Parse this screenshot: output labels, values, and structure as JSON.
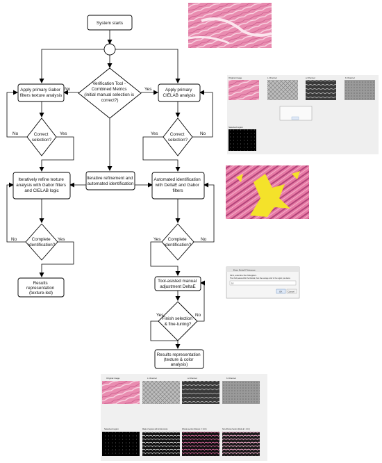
{
  "diagram": {
    "start": "System starts",
    "verification": [
      "Verification Tool -",
      "Combined Metrics",
      "(initial manual selection is",
      "correct?)"
    ],
    "gabor_apply": [
      "Apply primary Gabor",
      "filters texture analysis"
    ],
    "cielab_apply": [
      "Apply primary",
      "CIELAB analysis"
    ],
    "correct_left": [
      "Correct",
      "selection?"
    ],
    "correct_right": [
      "Correct",
      "selection?"
    ],
    "refine_left": [
      "Iteratively refine texture",
      "analysis with Gabor filters",
      "and CIELAB logic"
    ],
    "iterative_center": [
      "Iterative refinement and",
      "automated identification"
    ],
    "auto_right": [
      "Automated identification",
      "with DeltaE and Gabor",
      "filters"
    ],
    "complete_left": [
      "Complete",
      "identification?"
    ],
    "complete_right": [
      "Complete",
      "identification?"
    ],
    "results_left": [
      "Results",
      "representation",
      "(texture-led)"
    ],
    "tool_manual": [
      "Tool-asisted manual",
      "adjustment DeltaE"
    ],
    "finish": [
      "Finish selection",
      "& fine-tuning?"
    ],
    "results_final": [
      "Results representation",
      "(texture & color",
      "analysis)"
    ],
    "yes": "Yes",
    "no": "No"
  },
  "panels": {
    "channels_top": {
      "labels": [
        "Original image",
        "L Channel",
        "a Channel",
        "b Channel"
      ],
      "selected_label": "Selected region"
    },
    "delta_dialog": {
      "title": "Enter Delta E Tolerance",
      "lines": [
        "First, examine the histogram.",
        "Then find peaks within the Delta E, then the average color in the region you desire"
      ],
      "value": "10",
      "ok": "OK",
      "cancel": "Cancel"
    },
    "channels_bottom": {
      "top_labels": [
        "Original image",
        "L Channel",
        "a Channel",
        "b Channel"
      ],
      "bottom_labels": [
        "Selected region",
        "Mask of regions with similar colors",
        "Fibrosis section (Delta E <= 10.0)",
        "Non-Fibrosis Section (Delta E > 10.0)"
      ]
    }
  },
  "colors": {
    "tissue_pink": "#e98cb0",
    "tissue_light": "#f6c6d9",
    "fibrosis_yellow": "#f4e22a",
    "stroke": "#000000"
  }
}
